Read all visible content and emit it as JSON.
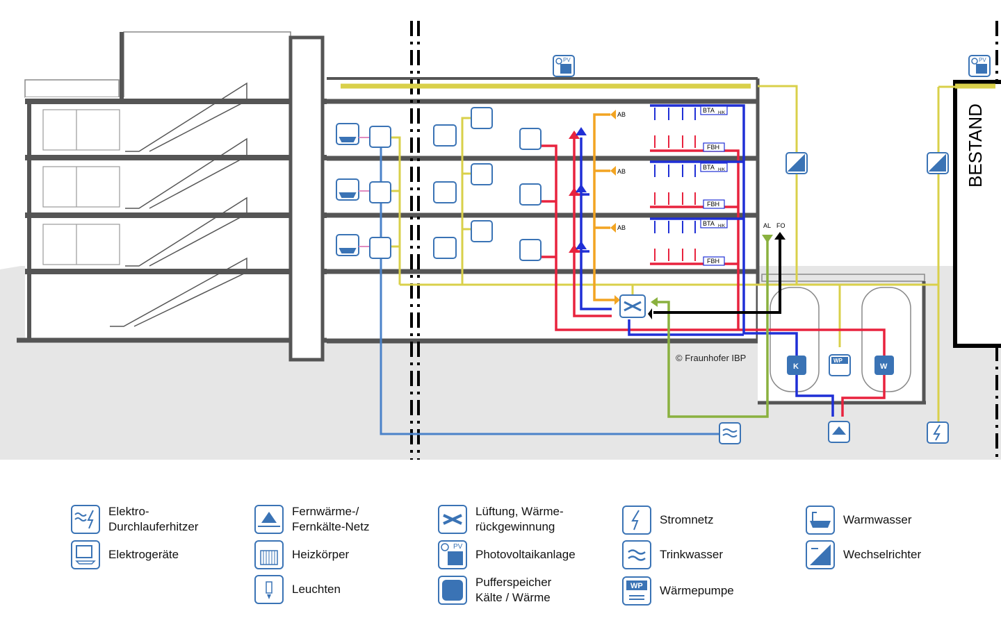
{
  "diagram": {
    "copyright": "© Fraunhofer IBP",
    "bestand": "BESTAND",
    "pv": "PV",
    "ab": "AB",
    "bta": "BTA",
    "bta_sub": "H/K",
    "fbh": "FBH",
    "al": "AL",
    "fo": "FO",
    "k": "K",
    "wp": "WP",
    "w": "W"
  },
  "colors": {
    "icon": "#3a73b5",
    "yellow": "#d9d04a",
    "red": "#e8233e",
    "blue": "#1f2fd6",
    "orange": "#f2a422",
    "green": "#8ab13f",
    "black": "#000000",
    "ground": "#e6e6e6",
    "wall": "#555555"
  },
  "legend": {
    "elektro_durchlauferhitzer": [
      "Elektro-",
      "Durchlauferhitzer"
    ],
    "elektrogeraete": "Elektrogeräte",
    "fernwaerme": [
      "Fernwärme-/",
      "Fernkälte-Netz"
    ],
    "heizkoerper": "Heizkörper",
    "leuchten": "Leuchten",
    "lueftung": [
      "Lüftung, Wärme-",
      "rückgewinnung"
    ],
    "photovoltaik": "Photovoltaikanlage",
    "pufferspeicher": [
      "Pufferspeicher",
      "Kälte / Wärme"
    ],
    "stromnetz": "Stromnetz",
    "trinkwasser": "Trinkwasser",
    "waermepumpe": "Wärmepumpe",
    "warmwasser": "Warmwasser",
    "wechselrichter": "Wechselrichter"
  }
}
